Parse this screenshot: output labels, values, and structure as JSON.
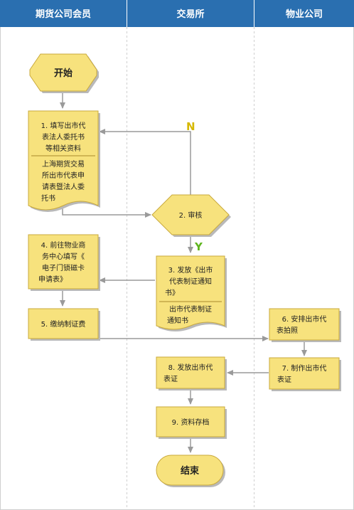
{
  "colors": {
    "header": "#2a6fb0",
    "node_fill": "#f7e27d",
    "node_stroke": "#c9a93c",
    "node_shadow": "#b9b9b9",
    "arrow": "#9a9a9a",
    "divider": "#cfcfcf",
    "flag_yes": "#5fb51e",
    "flag_no": "#d6b800"
  },
  "lanes": [
    {
      "title": "期货公司会员"
    },
    {
      "title": "交易所"
    },
    {
      "title": "物业公司"
    }
  ],
  "nodes": {
    "start": {
      "label": "开始"
    },
    "step1": {
      "lines": [
        "1. 填写出市代",
        "表法人委托书",
        "等相关资料"
      ],
      "doc_lines": [
        "上海期货交易",
        "所出市代表申",
        "请表暨法人委",
        "托书"
      ]
    },
    "step2": {
      "label": "2. 审核"
    },
    "step3": {
      "lines": [
        "3. 发放《出市",
        "代表制证通知",
        "书》"
      ],
      "doc_lines": [
        "出市代表制证",
        "通知书"
      ]
    },
    "step4": {
      "lines": [
        "4. 前往物业商",
        "务中心填写《",
        "电子门锁磁卡",
        "申请表》"
      ]
    },
    "step5": {
      "label": "5. 缴纳制证费"
    },
    "step6": {
      "lines": [
        "6. 安排出市代",
        "表拍照"
      ]
    },
    "step7": {
      "lines": [
        "7. 制作出市代",
        "表证"
      ]
    },
    "step8": {
      "lines": [
        "8. 发放出市代",
        "表证"
      ]
    },
    "step9": {
      "label": "9. 资料存档"
    },
    "end": {
      "label": "结束"
    }
  },
  "flags": {
    "yes": "Y",
    "no": "N"
  }
}
